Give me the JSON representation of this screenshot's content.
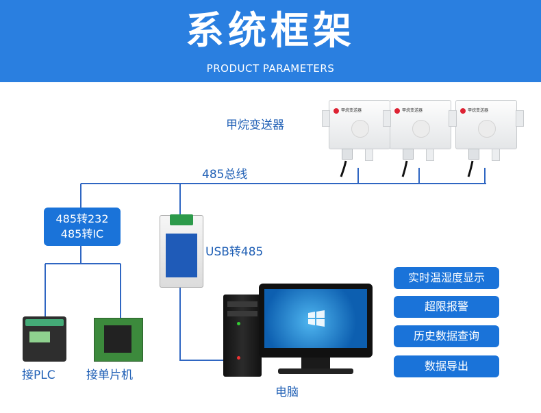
{
  "header": {
    "title": "系统框架",
    "subtitle": "PRODUCT PARAMETERS"
  },
  "diagram": {
    "sensor_label": "甲烷变送器",
    "sensor_tag": "甲烷变送器",
    "bus_label": "485总线",
    "converter_label_line1": "485转232",
    "converter_label_line2": "485转IC",
    "usb_label": "USB转485",
    "plc_label": "接PLC",
    "mcu_label": "接单片机",
    "pc_label": "电脑"
  },
  "features": [
    "实时温湿度显示",
    "超限报警",
    "历史数据查询",
    "数据导出"
  ],
  "colors": {
    "banner": "#2a7fe0",
    "accent": "#1a73d9",
    "wire": "#1f5fb5"
  }
}
